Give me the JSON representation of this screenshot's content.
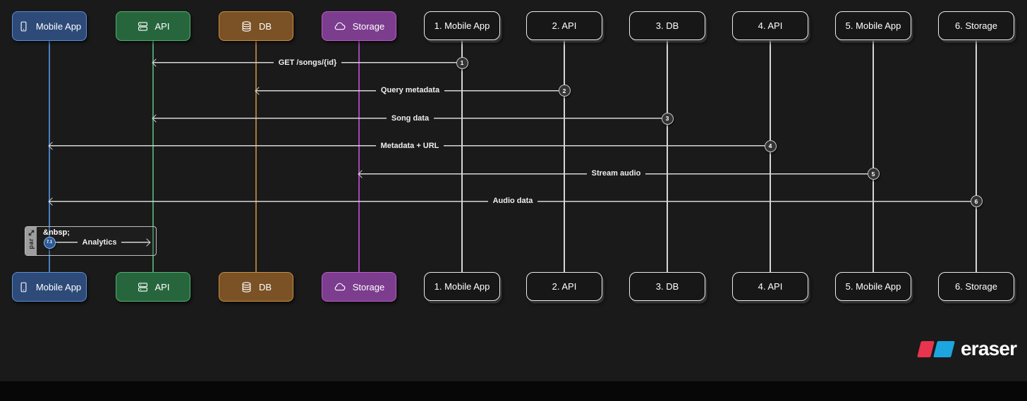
{
  "canvas": {
    "background": "#1a1a1a",
    "footer_background": "#070707"
  },
  "actors": [
    {
      "id": "mobile-app",
      "label": "Mobile App",
      "icon": "smartphone-icon",
      "fill": "#2d4a78",
      "border": "#5c8fd6",
      "lifeline": "#4a7fc1"
    },
    {
      "id": "api",
      "label": "API",
      "icon": "server-icon",
      "fill": "#27663d",
      "border": "#52b072",
      "lifeline": "#4a9c6d"
    },
    {
      "id": "db",
      "label": "DB",
      "icon": "database-icon",
      "fill": "#7b5126",
      "border": "#c8913f",
      "lifeline": "#a87a38"
    },
    {
      "id": "storage",
      "label": "Storage",
      "icon": "cloud-icon",
      "fill": "#7c3d8e",
      "border": "#bb5ccd",
      "lifeline": "#a743b8"
    }
  ],
  "participants": [
    {
      "label": "1. Mobile App"
    },
    {
      "label": "2. API"
    },
    {
      "label": "3. DB"
    },
    {
      "label": "4. API"
    },
    {
      "label": "5. Mobile App"
    },
    {
      "label": "6. Storage"
    }
  ],
  "messages": [
    {
      "num": "1",
      "label": "GET /songs/{id}"
    },
    {
      "num": "2",
      "label": "Query metadata"
    },
    {
      "num": "3",
      "label": "Song data"
    },
    {
      "num": "4",
      "label": "Metadata + URL"
    },
    {
      "num": "5",
      "label": "Stream audio"
    },
    {
      "num": "6",
      "label": "Audio data"
    }
  ],
  "par_block": {
    "label": "par",
    "note": "&nbsp;",
    "message": {
      "num": "7.1",
      "label": "Analytics"
    }
  },
  "logo": {
    "text": "eraser",
    "red": "#e8344d",
    "blue": "#1da5e0"
  }
}
